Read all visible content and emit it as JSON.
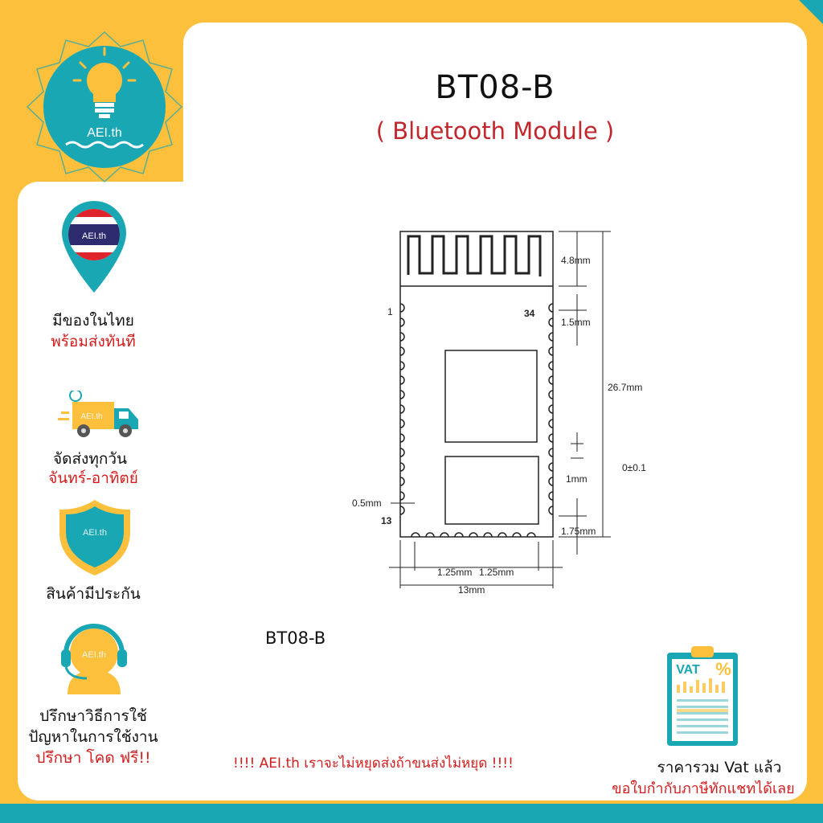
{
  "product": {
    "title": "BT08-B",
    "subtitle": "( Bluetooth Module )",
    "caption": "BT08-B"
  },
  "brand": {
    "logo_text": "AEI.th",
    "colors": {
      "yellow": "#fcc03c",
      "cyan": "#19a7b4",
      "red": "#d11d1d"
    }
  },
  "features": [
    {
      "icon": "thailand-location-pin-icon",
      "badge": "AEI.th",
      "line1": "มีของในไทย",
      "line2": "พร้อมส่งทันที"
    },
    {
      "icon": "delivery-truck-icon",
      "badge": "AEI.th",
      "line1": "จัดส่งทุกวัน",
      "line2": "จันทร์-อาทิตย์"
    },
    {
      "icon": "shield-icon",
      "badge": "AEI.th",
      "line1": "สินค้ามีประกัน"
    },
    {
      "icon": "support-headset-icon",
      "badge": "AEI.th",
      "line1": "ปรึกษาวิธีการใช้",
      "line2": "ปัญหาในการใช้งาน",
      "line3": "ปรึกษา โคด ฟรี!!"
    }
  ],
  "diagram": {
    "pin_first": "1",
    "pin_last_top": "34",
    "pin_bottom": "13",
    "dim_antenna": "4.8mm",
    "dim_top_pitch": "1.5mm",
    "dim_height": "26.7mm",
    "dim_gap": "1mm",
    "dim_bottom": "1.75mm",
    "dim_pad_width": "0.5mm",
    "dim_pitch_left": "1.25mm",
    "dim_pitch_right": "1.25mm",
    "dim_width": "13mm",
    "tolerance": "0±0.1"
  },
  "tagline": "!!!!  AEI.th เราจะไม่หยุดส่งถ้าขนส่งไม่หยุด  !!!!",
  "vat": {
    "icon": "vat-clipboard-icon",
    "badge": "VAT",
    "percent": "%",
    "line1": "ราคารวม Vat แล้ว",
    "line2": "ขอใบกำกับภาษีทักแชทได้เลย"
  }
}
